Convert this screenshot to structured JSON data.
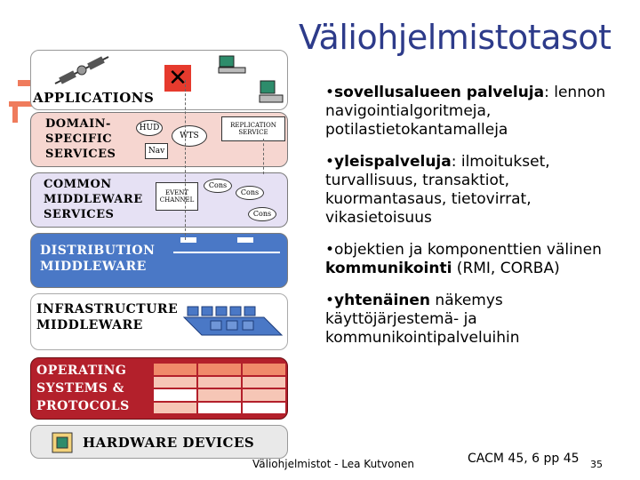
{
  "title": "Väliohjelmistotasot",
  "diagram": {
    "layers": {
      "applications": "APPLICATIONS",
      "domain": "DOMAIN-\nSPECIFIC\nSERVICES",
      "common": "COMMON\nMIDDLEWARE\nSERVICES",
      "distribution": "DISTRIBUTION\nMIDDLEWARE",
      "infrastructure": "INFRASTRUCTURE\nMIDDLEWARE",
      "os": "OPERATING\nSYSTEMS &\nPROTOCOLS",
      "hardware": "HARDWARE DEVICES"
    },
    "domain_boxes": {
      "hud": "HUD",
      "wts": "WTS",
      "nav": "Nav",
      "replication": "REPLICATION\nSERVICE"
    },
    "common_boxes": {
      "event": "EVENT\nCHANNEL",
      "cons1": "Cons",
      "cons2": "Cons",
      "cons3": "Cons"
    },
    "colors": {
      "blue": "#4a78c6",
      "red": "#b3202b",
      "pink": "#f6d6d0",
      "lavender": "#e6e1f4"
    }
  },
  "bullets": [
    {
      "bold": "sovellusalueen palveluja",
      "rest": ": lennon navigointialgoritmeja, potilastietokantamalleja"
    },
    {
      "bold": "yleispalveluja",
      "rest": ": ilmoitukset, turvallisuus, transaktiot, kuormantasaus, tietovirrat, vikasietoisuus"
    },
    {
      "lead": "objektien ja komponenttien välinen ",
      "bold": "kommunikointi",
      "rest": " (RMI, CORBA)"
    },
    {
      "bold": "yhtenäinen",
      "rest": " näkemys käyttöjärjestemä- ja kommunikointipalveluihin"
    }
  ],
  "footer": {
    "left": "Väliohjelmistot - Lea Kutvonen",
    "source": "CACM 45, 6 pp 45",
    "page": "35"
  }
}
